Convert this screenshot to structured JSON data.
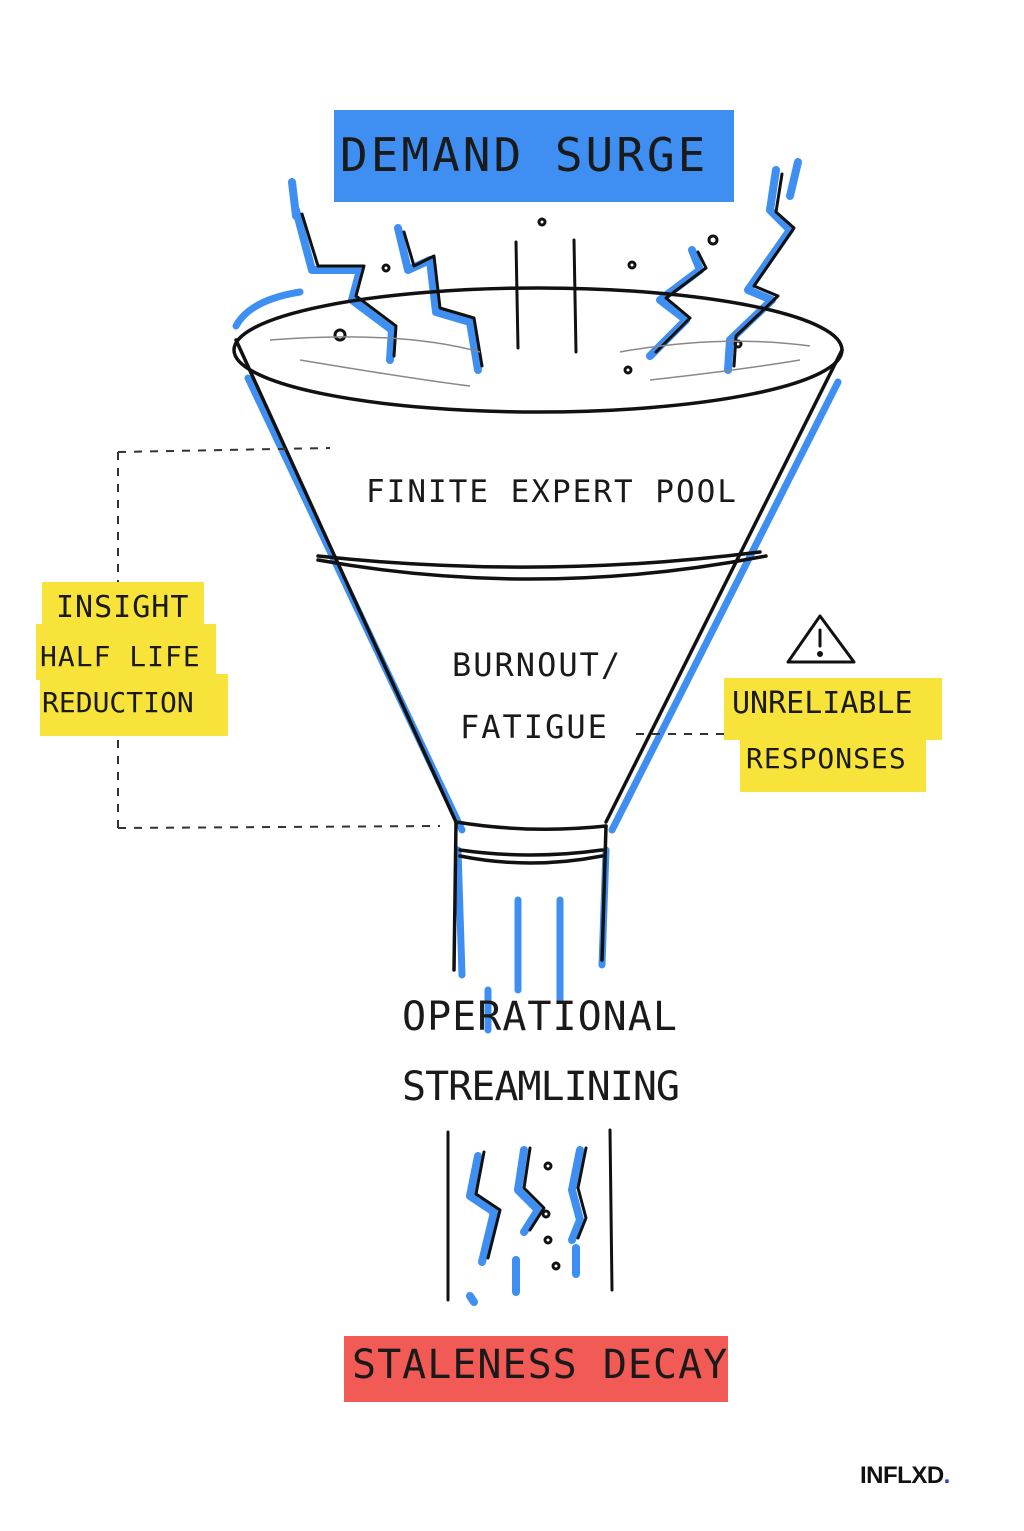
{
  "diagram": {
    "top_label": "Demand Surge",
    "funnel_upper_label": "Finite Expert Pool",
    "funnel_lower_label_line1": "Burnout/",
    "funnel_lower_label_line2": "Fatigue",
    "left_note_line1": "Insight",
    "left_note_line2": "Half Life",
    "left_note_line3": "Reduction",
    "right_note_line1": "Unreliable",
    "right_note_line2": "Responses",
    "middle_label_line1": "Operational",
    "middle_label_line2": "Streamlining",
    "bottom_label": "Staleness Decay",
    "warning_icon": "warning-triangle-icon"
  },
  "colors": {
    "blue_highlight": "#3f8ff2",
    "red_highlight": "#f25a55",
    "yellow_highlight": "#f7e33a",
    "ink": "#1a1a1a"
  },
  "brand": {
    "name": "INFLXD",
    "dot": "."
  }
}
